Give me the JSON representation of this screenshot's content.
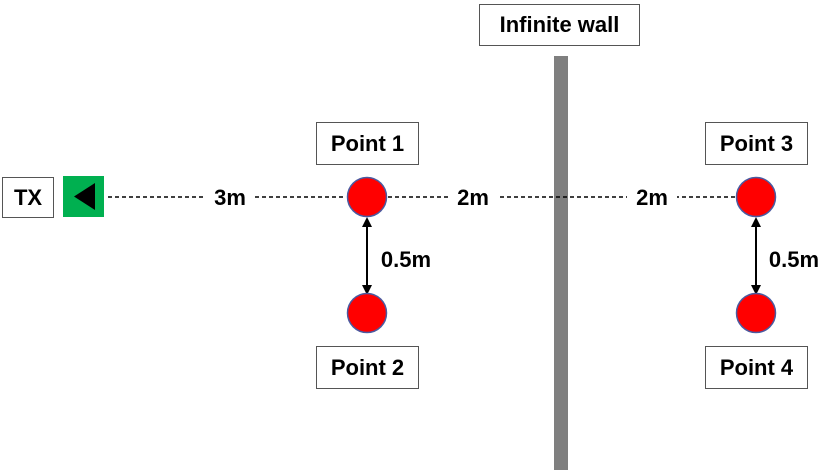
{
  "labels": {
    "wall": "Infinite wall",
    "tx": "TX",
    "point1": "Point 1",
    "point2": "Point 2",
    "point3": "Point 3",
    "point4": "Point 4"
  },
  "distances": {
    "tx_to_point1": "3m",
    "point1_to_wall": "2m",
    "wall_to_point3": "2m",
    "point1_to_point2": "0.5m",
    "point3_to_point4": "0.5m"
  },
  "colors": {
    "point_fill": "#ff0000",
    "point_stroke": "#4a5aa0",
    "wall": "#7f7f7f",
    "tx_icon_bg": "#00b050",
    "tx_arrow": "#000000"
  },
  "icons": {
    "tx": "left-pointing-triangle-icon"
  }
}
